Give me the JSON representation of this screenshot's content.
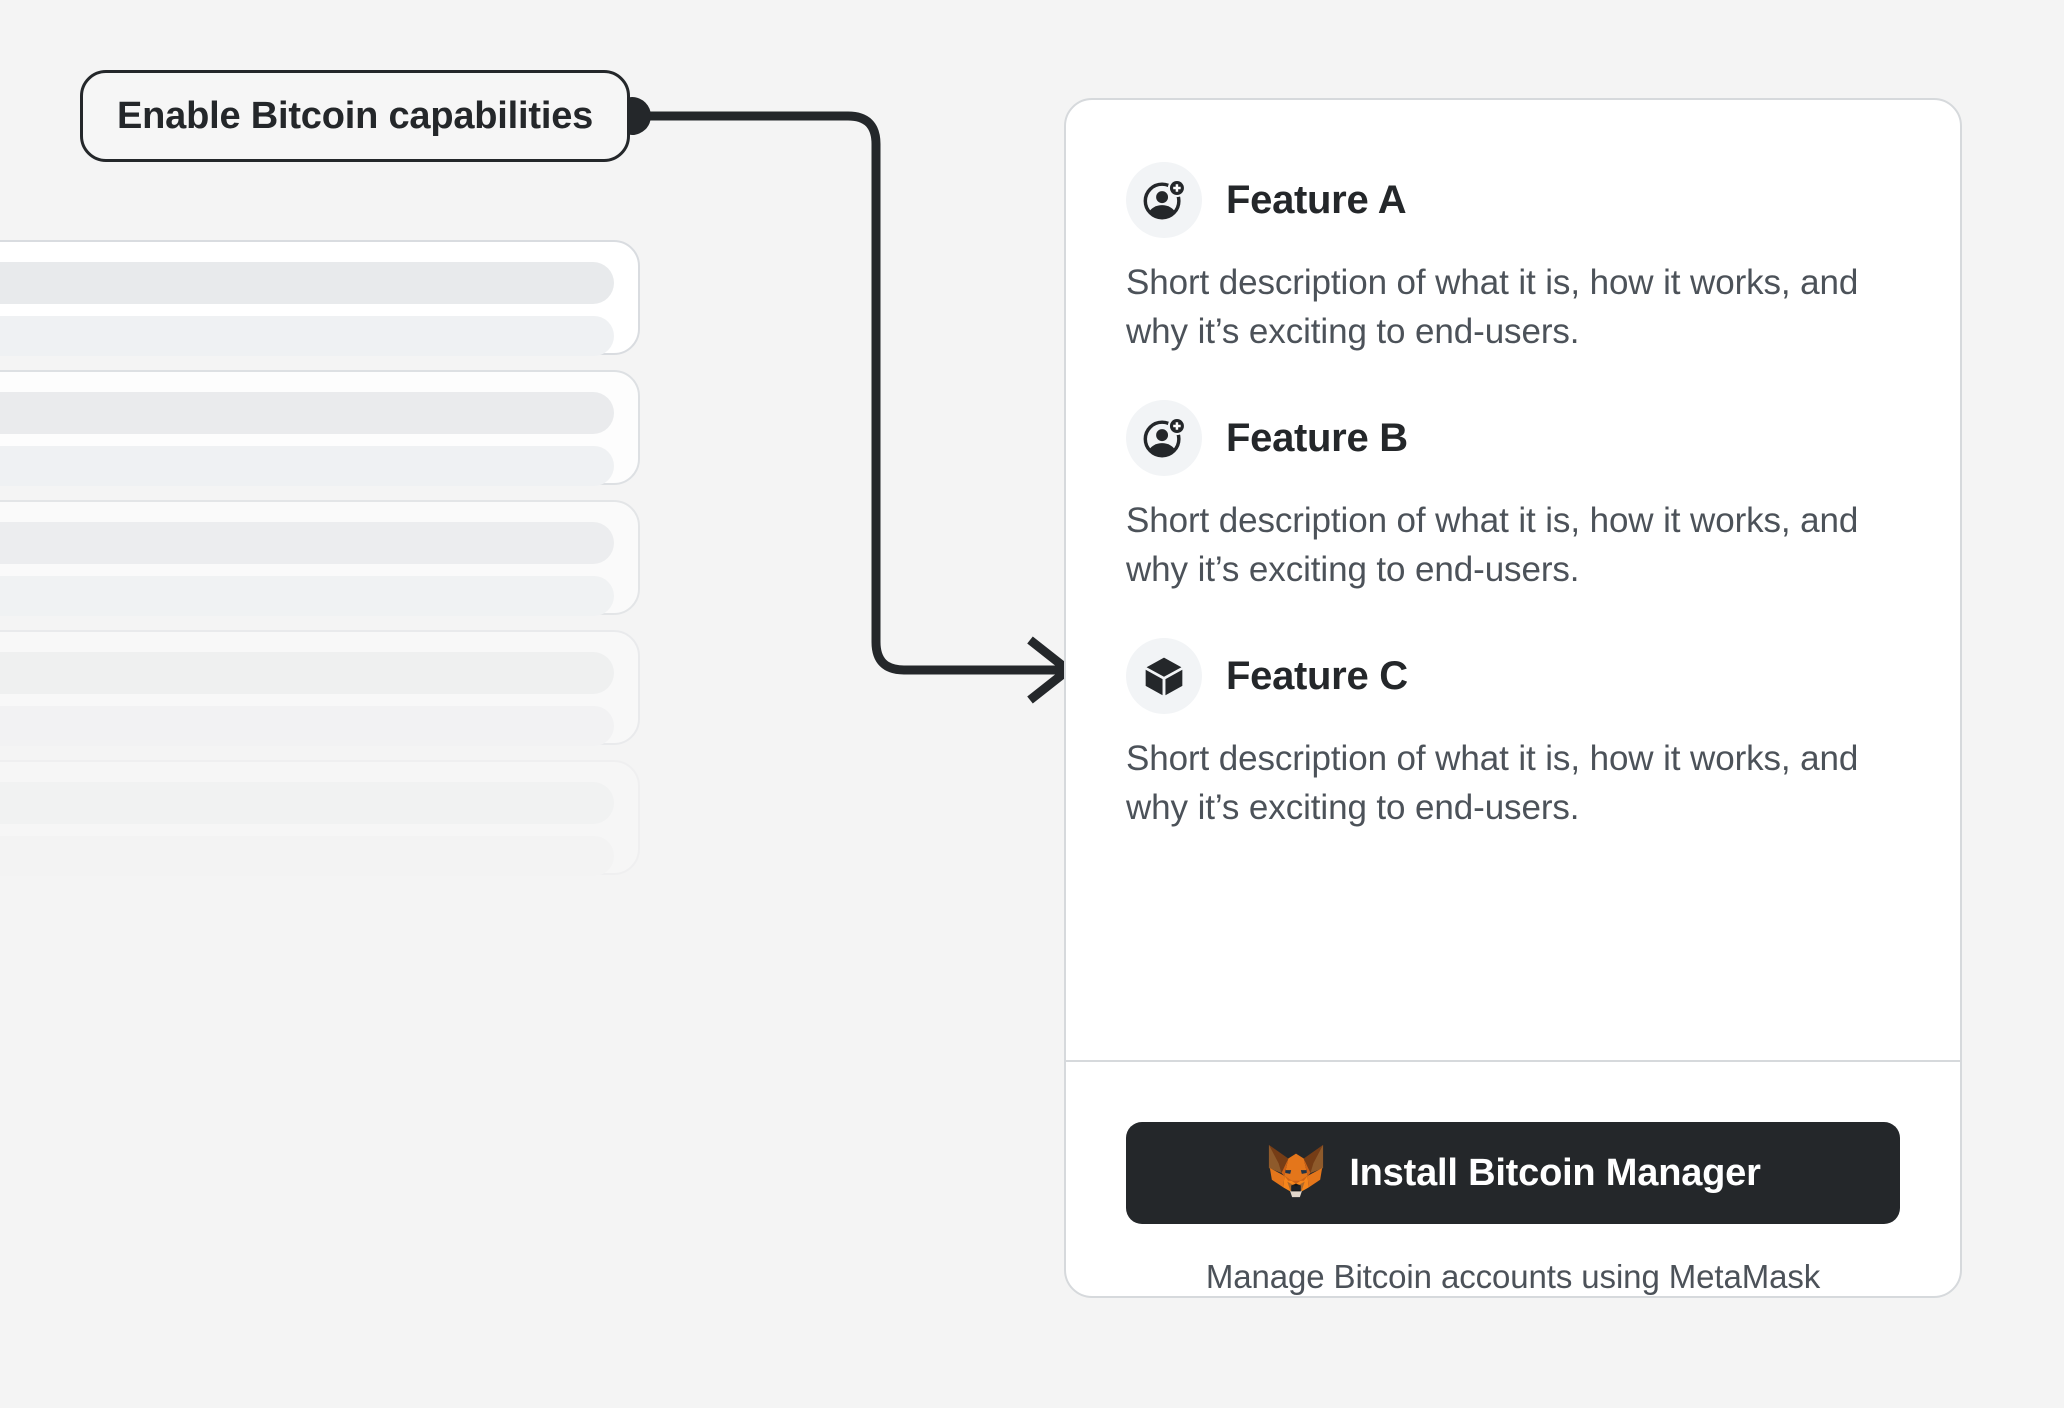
{
  "theme": {
    "background": "#F4F4F4",
    "card_background": "#FFFFFF",
    "card_border": "#D6D9DC",
    "text_primary": "#24272A",
    "text_secondary": "#4C5259",
    "button_background": "#24272A",
    "button_text": "#FFFFFF",
    "icon_badge_background": "#F2F4F6",
    "skeleton_bar": "#E8EAEC",
    "accent_fox_orange": "#E17726"
  },
  "callout": {
    "label": "Enable Bitcoin capabilities"
  },
  "connector": {
    "name": "callout-to-card-connector",
    "start_dot": true,
    "arrow_head": true
  },
  "skeleton": {
    "name": "placeholder-account-list",
    "card_count": 5,
    "bars_per_card": 2
  },
  "feature_card": {
    "features": [
      {
        "icon": "user-add-icon",
        "title": "Feature A",
        "description": "Short description of what it is, how it works, and why it’s exciting to end-users."
      },
      {
        "icon": "user-add-icon",
        "title": "Feature B",
        "description": "Short description of what it is, how it works, and why it’s exciting to end-users."
      },
      {
        "icon": "cube-icon",
        "title": "Feature C",
        "description": "Short description of what it is, how it works, and why it’s exciting to end-users."
      }
    ],
    "footer": {
      "install_button": {
        "icon": "metamask-fox-icon",
        "label": "Install Bitcoin Manager"
      },
      "note": "Manage Bitcoin accounts using MetaMask"
    }
  }
}
